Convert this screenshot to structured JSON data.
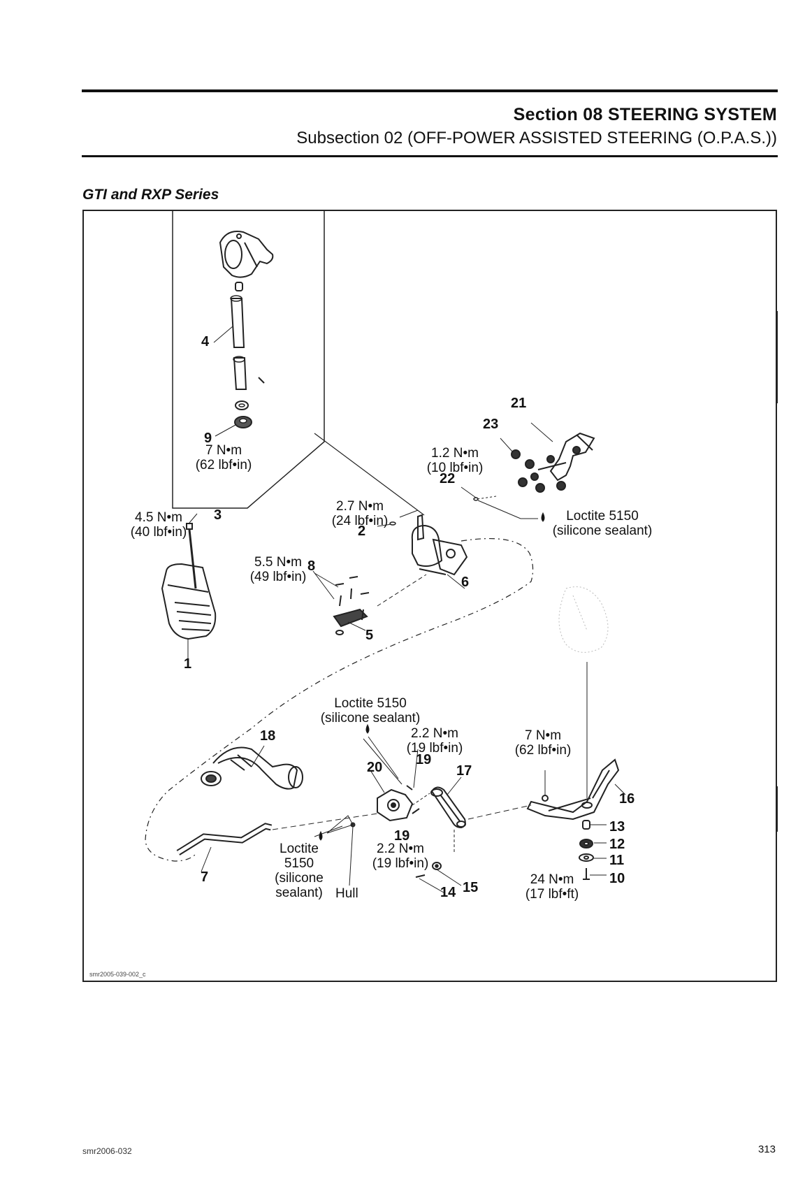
{
  "header": {
    "section": "Section 08 STEERING SYSTEM",
    "subsection": "Subsection 02 (OFF-POWER ASSISTED STEERING (O.P.A.S.))"
  },
  "heading": "GTI and RXP Series",
  "figure": {
    "code": "smr2005-039-002_c",
    "callouts": {
      "c1": "1",
      "c2": "2",
      "c3": "3",
      "c4": "4",
      "c5": "5",
      "c6": "6",
      "c7": "7",
      "c8": "8",
      "c9": "9",
      "c10": "10",
      "c11": "11",
      "c12": "12",
      "c13": "13",
      "c14": "14",
      "c15": "15",
      "c16": "16",
      "c17": "17",
      "c18": "18",
      "c19a": "19",
      "c19b": "19",
      "c20": "20",
      "c21": "21",
      "c22": "22",
      "c23": "23"
    },
    "torques": {
      "t9": {
        "nm": "7 N•m",
        "imp": "(62 lbf•in)"
      },
      "t3": {
        "nm": "4.5 N•m",
        "imp": "(40 lbf•in)"
      },
      "t2": {
        "nm": "2.7 N•m",
        "imp": "(24 lbf•in)"
      },
      "t22": {
        "nm": "1.2 N•m",
        "imp": "(10 lbf•in)"
      },
      "t8": {
        "nm": "5.5 N•m",
        "imp": "(49 lbf•in)"
      },
      "t19a": {
        "nm": "2.2 N•m",
        "imp": "(19 lbf•in)"
      },
      "t19b": {
        "nm": "2.2 N•m",
        "imp": "(19 lbf•in)"
      },
      "t16": {
        "nm": "7 N•m",
        "imp": "(62 lbf•in)"
      },
      "t10": {
        "nm": "24 N•m",
        "imp": "(17 lbf•ft)"
      }
    },
    "sealants": {
      "s_top": {
        "l1": "Loctite 5150",
        "l2": "(silicone sealant)"
      },
      "s_mid": {
        "l1": "Loctite 5150",
        "l2": "(silicone sealant)"
      },
      "s_low": {
        "l1": "Loctite",
        "l2": "5150",
        "l3": "(silicone",
        "l4": "sealant)"
      }
    },
    "hull": "Hull"
  },
  "footer": {
    "code": "smr2006-032",
    "page": "313"
  }
}
